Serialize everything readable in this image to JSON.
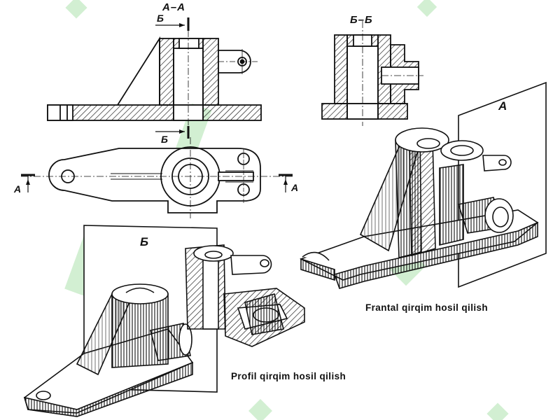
{
  "sections": {
    "aa_title": "А–А",
    "bb_title": "Б–Б",
    "b_mark_top": "Б",
    "b_mark_bottom": "Б",
    "a_mark_left": "А",
    "a_mark_right": "А"
  },
  "planes": {
    "frontal": "А",
    "profile": "Б"
  },
  "captions": {
    "frontal": "Frantal qirqim hosil qilish",
    "profile": "Profil qirqim hosil qilish"
  },
  "colors": {
    "ink": "#111111",
    "watermark": "#7fd07f"
  }
}
